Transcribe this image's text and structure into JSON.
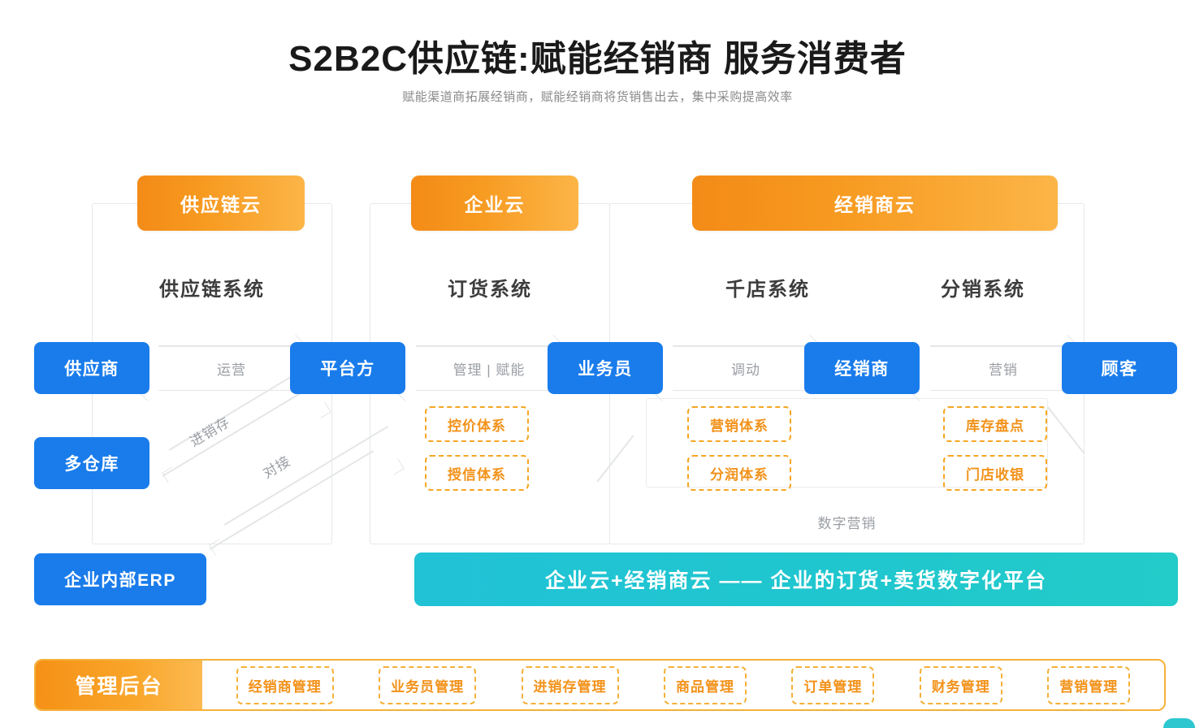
{
  "header": {
    "title": "S2B2C供应链:赋能经销商  服务消费者",
    "subtitle": "赋能渠道商拓展经销商，赋能经销商将货销售出去，集中采购提高效率"
  },
  "clouds": [
    {
      "label": "供应链云"
    },
    {
      "label": "企业云"
    },
    {
      "label": "经销商云"
    }
  ],
  "systems": [
    {
      "label": "供应链系统"
    },
    {
      "label": "订货系统"
    },
    {
      "label": "千店系统"
    },
    {
      "label": "分销系统"
    }
  ],
  "nodes": [
    {
      "label": "供应商"
    },
    {
      "label": "平台方"
    },
    {
      "label": "业务员"
    },
    {
      "label": "经销商"
    },
    {
      "label": "顾客"
    },
    {
      "label": "多仓库"
    },
    {
      "label": "企业内部ERP"
    }
  ],
  "connectors": [
    {
      "label": "运营"
    },
    {
      "label": "管理 | 赋能"
    },
    {
      "label": "调动"
    },
    {
      "label": "营销"
    }
  ],
  "diagonals": [
    {
      "label": "进销存"
    },
    {
      "label": "对接"
    }
  ],
  "tags": [
    {
      "label": "控价体系"
    },
    {
      "label": "授信体系"
    },
    {
      "label": "营销体系"
    },
    {
      "label": "分润体系"
    },
    {
      "label": "库存盘点"
    },
    {
      "label": "门店收银"
    }
  ],
  "captions": [
    {
      "label": "数字营销"
    }
  ],
  "banner": {
    "label": "企业云+经销商云 —— 企业的订货+卖货数字化平台"
  },
  "management": {
    "head_label": "管理后台",
    "items": [
      {
        "label": "经销商管理"
      },
      {
        "label": "业务员管理"
      },
      {
        "label": "进销存管理"
      },
      {
        "label": "商品管理"
      },
      {
        "label": "订单管理"
      },
      {
        "label": "财务管理"
      },
      {
        "label": "营销管理"
      }
    ]
  },
  "colors": {
    "brand_orange": "#f2921a",
    "brand_orange_light": "#fcb547",
    "brand_blue": "#1a7ceb",
    "brand_teal": "#21c4d2",
    "frame_gray": "#e6e8ea",
    "muted_text": "#9a9ea3"
  }
}
